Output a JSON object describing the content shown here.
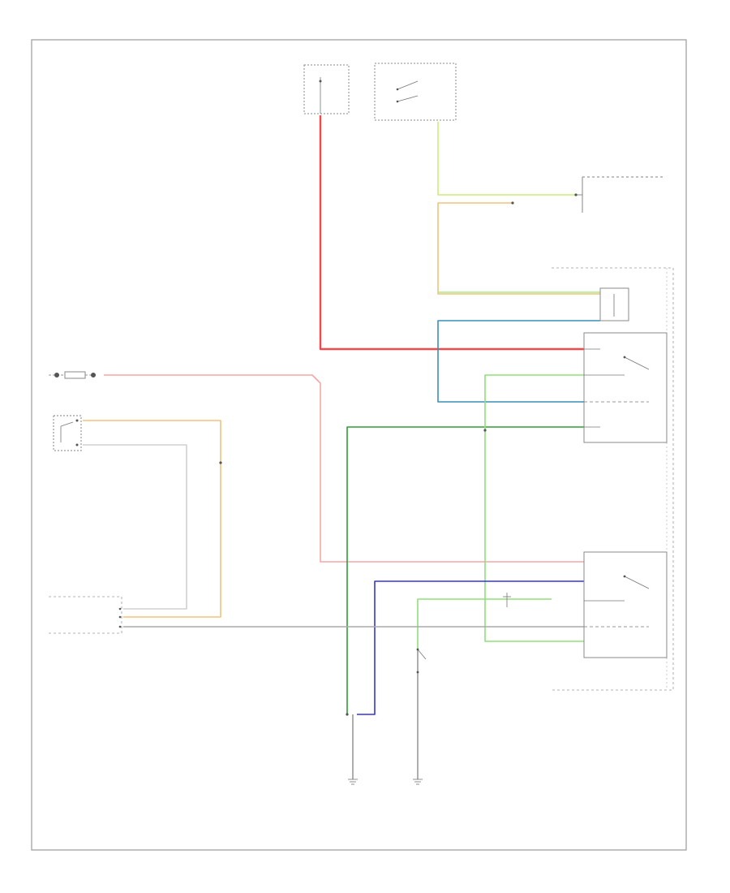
{
  "footer_id": "",
  "colors": {
    "red": "#f24a4a",
    "pink": "#f6a6a6",
    "green": "#2e9e35",
    "light_green": "#9ee86e",
    "yellow_green": "#d8ec7a",
    "blue": "#3535dc",
    "blue_teal": "#3a8fb8",
    "orange": "#f2b84a",
    "gray": "#aaaaaa"
  },
  "components": [
    {
      "id": "fuse-box-top",
      "label": ""
    },
    {
      "id": "ignition-switch",
      "label": ""
    },
    {
      "id": "battery",
      "label": ""
    },
    {
      "id": "brake-switch",
      "label": ""
    },
    {
      "id": "powertrain-control-module",
      "label": ""
    },
    {
      "id": "control-module",
      "label": ""
    },
    {
      "id": "relay-upper",
      "label": ""
    },
    {
      "id": "relay-lower",
      "label": ""
    },
    {
      "id": "ground-left",
      "label": ""
    },
    {
      "id": "ground-right",
      "label": ""
    }
  ]
}
